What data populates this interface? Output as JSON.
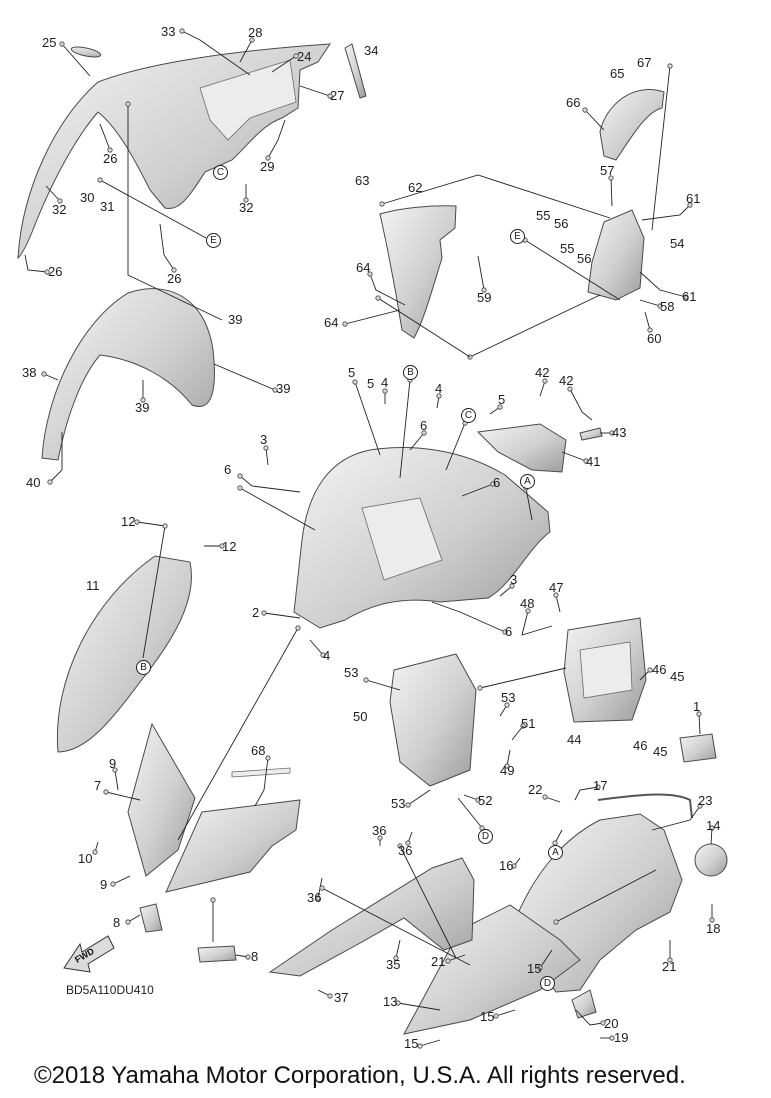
{
  "callouts": [
    "25",
    "33",
    "28",
    "24",
    "34",
    "27",
    "26",
    "29",
    "32",
    "30",
    "31",
    "32",
    "26",
    "26",
    "39",
    "38",
    "39",
    "39",
    "40",
    "67",
    "65",
    "66",
    "57",
    "63",
    "62",
    "61",
    "55",
    "56",
    "55",
    "56",
    "54",
    "64",
    "59",
    "61",
    "58",
    "64",
    "60",
    "5",
    "5",
    "4",
    "4",
    "42",
    "42",
    "5",
    "6",
    "43",
    "3",
    "41",
    "6",
    "6",
    "12",
    "12",
    "3",
    "11",
    "47",
    "48",
    "2",
    "6",
    "4",
    "53",
    "46",
    "45",
    "53",
    "50",
    "1",
    "51",
    "44",
    "46",
    "45",
    "9",
    "68",
    "49",
    "7",
    "17",
    "22",
    "23",
    "53",
    "52",
    "14",
    "36",
    "36",
    "10",
    "16",
    "9",
    "36",
    "8",
    "18",
    "8",
    "35",
    "21",
    "21",
    "15",
    "37",
    "13",
    "15",
    "20",
    "19",
    "15"
  ],
  "reference_marks": [
    "C",
    "E",
    "E",
    "B",
    "C",
    "A",
    "B",
    "D",
    "A",
    "D"
  ],
  "diagram_code": "BD5A110DU410",
  "fwd_label": "FWD",
  "copyright": "©2018 Yamaha Motor Corporation, U.S.A. All rights reserved."
}
